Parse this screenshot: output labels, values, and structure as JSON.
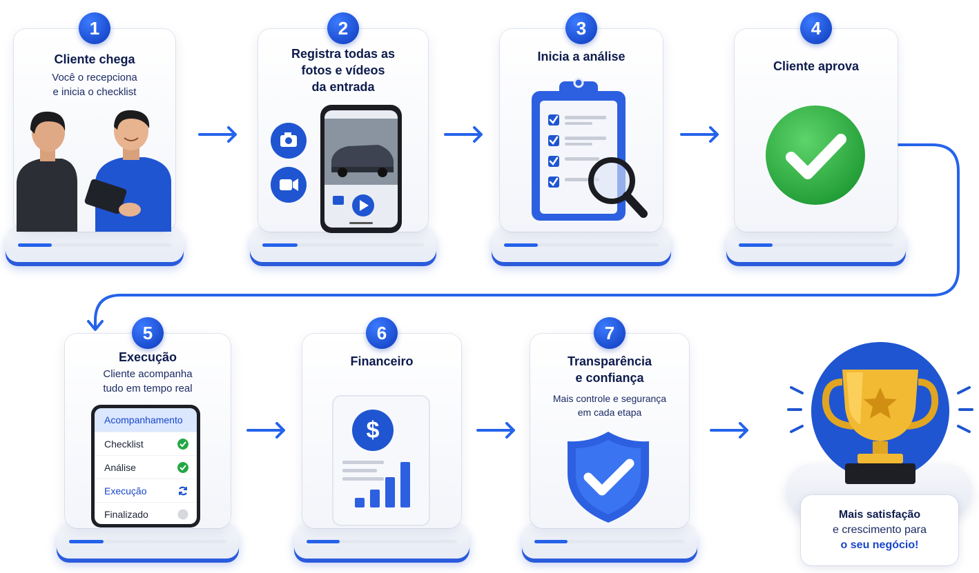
{
  "colors": {
    "accent": "#2563eb",
    "badge": "#1746c8",
    "success": "#22a745",
    "text": "#0d1b4c"
  },
  "steps": [
    {
      "number": "1",
      "title": "Cliente chega",
      "subtitle_lines": [
        "Você o recepciona",
        "e inicia o checklist"
      ],
      "illustration": "people-tablet-icon"
    },
    {
      "number": "2",
      "title_lines": [
        "Registra todas as",
        "fotos e vídeos",
        "da entrada"
      ],
      "illustration": "phone-camera-icon"
    },
    {
      "number": "3",
      "title": "Inicia a análise",
      "illustration": "clipboard-magnifier-icon"
    },
    {
      "number": "4",
      "title": "Cliente aprova",
      "illustration": "check-circle-icon"
    },
    {
      "number": "5",
      "title": "Execução",
      "subtitle_lines": [
        "Cliente acompanha",
        "tudo em tempo real"
      ],
      "illustration": "status-list-phone"
    },
    {
      "number": "6",
      "title": "Financeiro",
      "illustration": "dollar-chart-icon"
    },
    {
      "number": "7",
      "title_lines": [
        "Transparência",
        "e confiança"
      ],
      "subtitle_lines": [
        "Mais controle e segurança",
        "em cada etapa"
      ],
      "illustration": "shield-check-icon"
    }
  ],
  "tracking": {
    "header": "Acompanhamento",
    "rows": [
      {
        "label": "Checklist",
        "status": "done"
      },
      {
        "label": "Análise",
        "status": "done"
      },
      {
        "label": "Execução",
        "status": "in-progress"
      },
      {
        "label": "Finalizado",
        "status": "pending"
      }
    ]
  },
  "final": {
    "line1": "Mais satisfação",
    "line2": "e crescimento para",
    "line3": "o seu negócio!",
    "illustration": "trophy-icon"
  }
}
